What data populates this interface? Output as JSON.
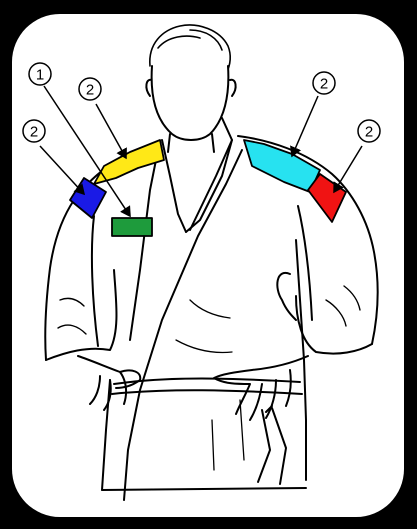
{
  "diagram": {
    "colors": {
      "frame_background": "#000000",
      "panel_background": "#ffffff",
      "outline": "#000000",
      "number_circle_fill": "#ffffff"
    },
    "patches": [
      {
        "id": "blue-patch",
        "color": "#1a1ae6"
      },
      {
        "id": "yellow-band",
        "color": "#ffe817"
      },
      {
        "id": "green-rectangle",
        "color": "#1e9b3c"
      },
      {
        "id": "cyan-band",
        "color": "#27e2f0"
      },
      {
        "id": "red-patch",
        "color": "#f01313"
      }
    ],
    "callouts": [
      {
        "id": "callout-1",
        "label": "1"
      },
      {
        "id": "callout-2-blue",
        "label": "2"
      },
      {
        "id": "callout-2-yellow",
        "label": "2"
      },
      {
        "id": "callout-2-cyan",
        "label": "2"
      },
      {
        "id": "callout-2-red",
        "label": "2"
      }
    ]
  }
}
